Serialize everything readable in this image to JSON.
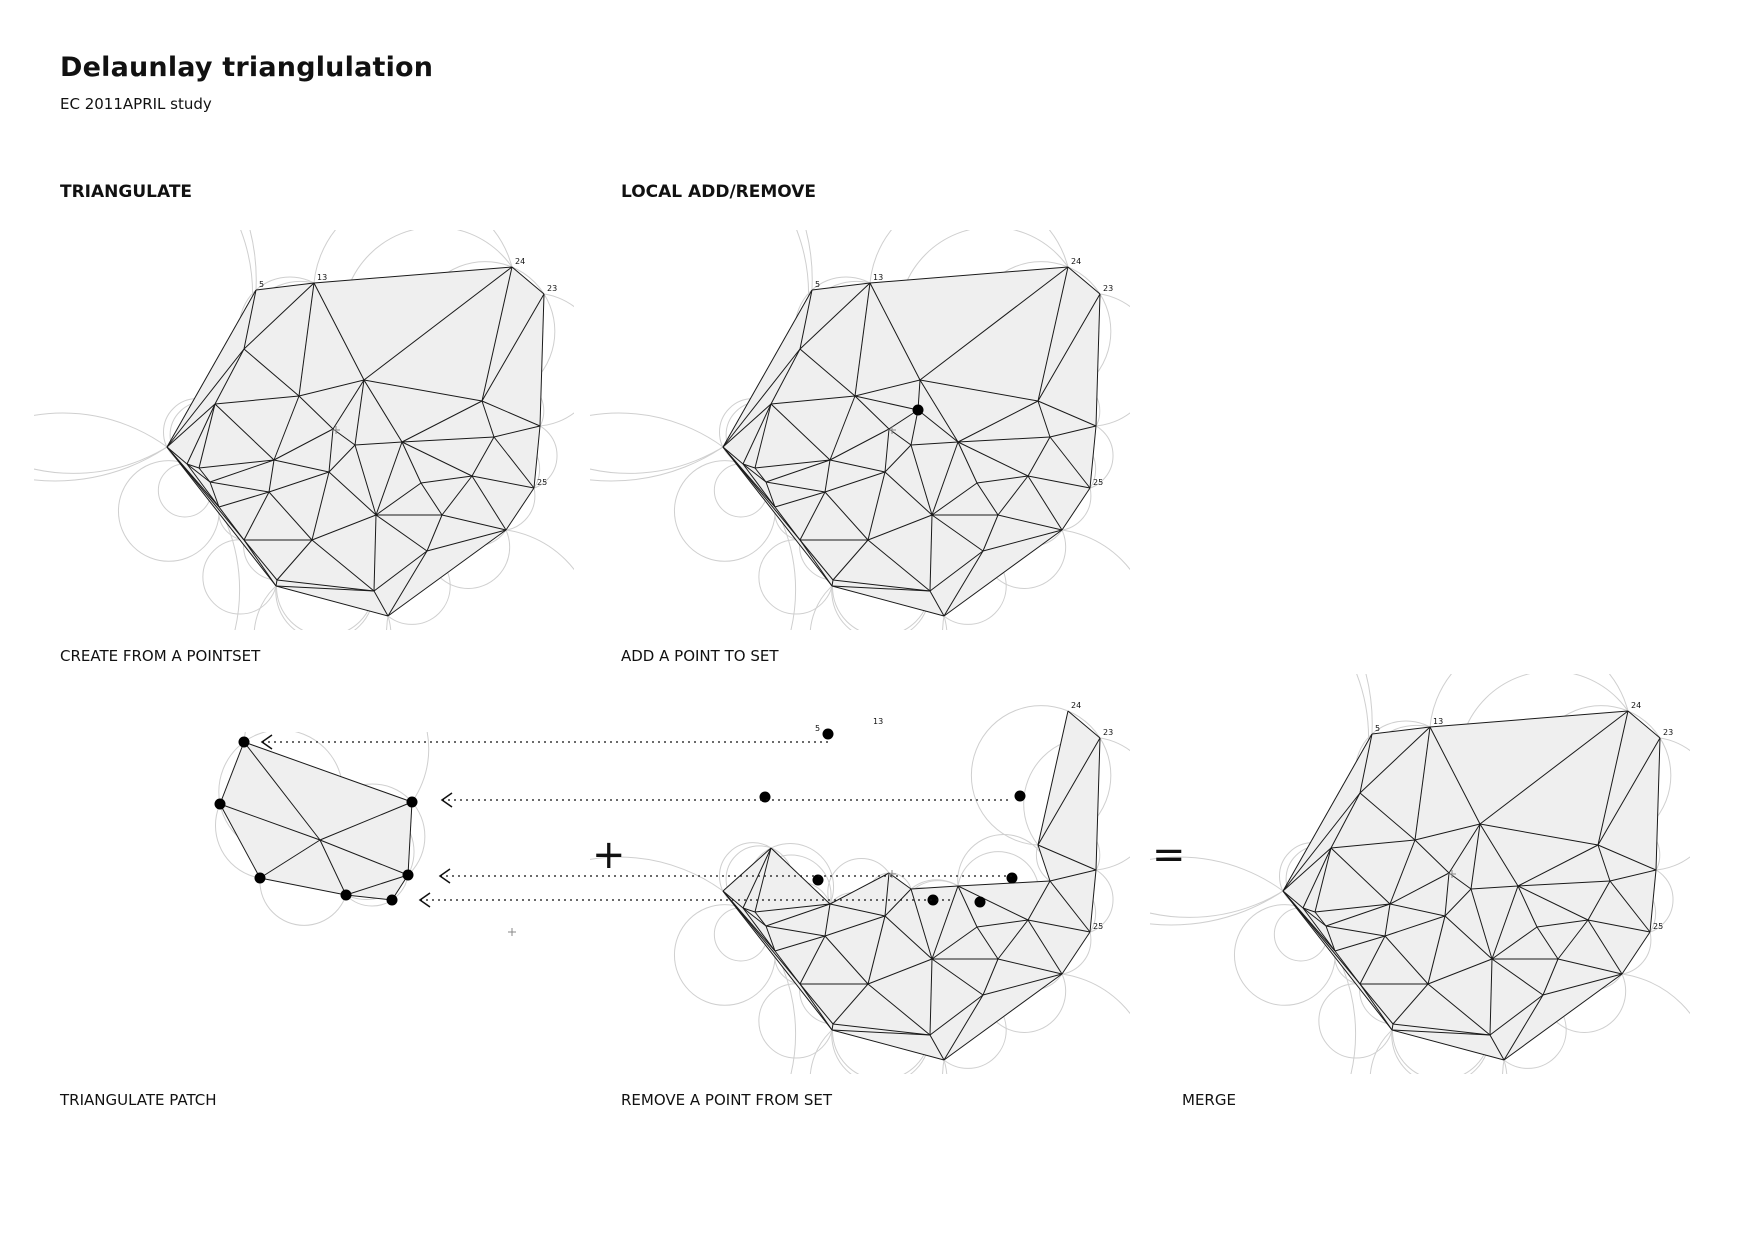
{
  "header": {
    "title": "Delaunlay trianglulation",
    "subtitle": "EC 2011APRIL study"
  },
  "sections": {
    "triangulate": "TRIANGULATE",
    "local_add_remove": "LOCAL ADD/REMOVE"
  },
  "captions": {
    "create": "CREATE FROM A POINTSET",
    "add_point": "ADD A POINT TO SET",
    "patch": "TRIANGULATE PATCH",
    "remove_point": "REMOVE A POINT FROM SET",
    "merge": "MERGE"
  },
  "operators": {
    "plus": "+",
    "equals": "="
  },
  "point_labels": [
    "5",
    "13",
    "24",
    "23",
    "25"
  ],
  "colors": {
    "edge": "#1a1a1a",
    "fill": "#efefef",
    "circle": "#cfcfcf",
    "point": "#000000"
  }
}
